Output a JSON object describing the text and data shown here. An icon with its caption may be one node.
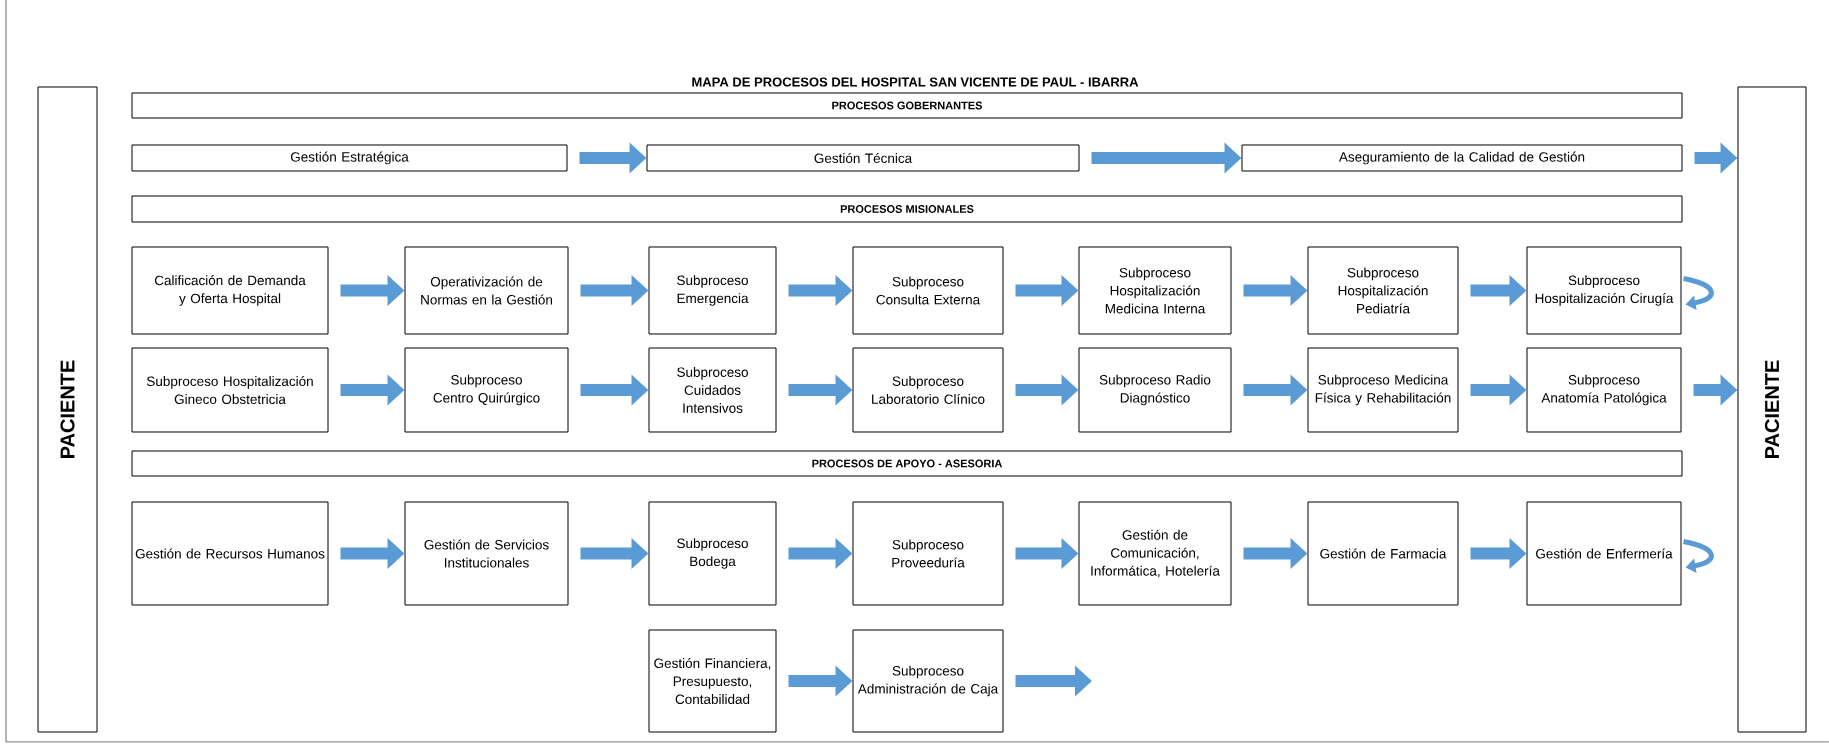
{
  "diagram": {
    "title": "MAPA DE PROCESOS DEL HOSPITAL SAN VICENTE DE PAUL - IBARRA",
    "nodes": [
      {
        "text": [
          "PACIENTE"
        ]
      },
      {
        "text": [
          "PROCESOS GOBERNANTES"
        ]
      },
      {
        "text": [
          "Gestión Estratégica"
        ]
      },
      {
        "text": [
          "Gestión Técnica"
        ]
      },
      {
        "text": [
          "Aseguramiento de la Calidad de Gestión"
        ]
      },
      {
        "text": [
          "PROCESOS MISIONALES"
        ]
      },
      {
        "text": [
          "Calificación de Demanda y Oferta Hospital"
        ]
      },
      {
        "text": [
          "Operativización de Normas en la Gestión"
        ]
      },
      {
        "text": [
          "Subproceso Emergencia"
        ]
      },
      {
        "text": [
          "Subproceso Consulta Externa"
        ]
      },
      {
        "text": [
          "Subproceso Hospitalización Medicina Interna"
        ]
      },
      {
        "text": [
          "Subproceso Hospitalización Pediatría"
        ]
      },
      {
        "text": [
          "Subproceso Hospitalización Cirugía"
        ]
      },
      {
        "text": [
          "Subproceso Hospitalización Gineco Obstetricia"
        ]
      },
      {
        "text": [
          "Subproceso Centro Quirúrgico"
        ]
      },
      {
        "text": [
          "Subproceso Cuidados Intensivos"
        ]
      },
      {
        "text": [
          "Subproceso Laboratorio Clínico"
        ]
      },
      {
        "text": [
          "Subproceso Radio Diagnóstico"
        ]
      },
      {
        "text": [
          "Subproceso Medicina Física y Rehabilitación"
        ]
      },
      {
        "text": [
          "Subproceso Anatomía Patológica"
        ]
      },
      {
        "text": [
          "PROCESOS DE APOYO - ASESORIA"
        ]
      },
      {
        "text": [
          "Gestión de Recursos Humanos"
        ]
      },
      {
        "text": [
          "Gestión de Servicios Institucionales"
        ]
      },
      {
        "text": [
          "Subproceso Bodega"
        ]
      },
      {
        "text": [
          "Subproceso Proveeduría"
        ]
      },
      {
        "text": [
          "Gestión de Comunicación, Informática, Hotelería"
        ]
      },
      {
        "text": [
          "Gestión de Farmacia"
        ]
      },
      {
        "text": [
          "Gestión de Enfermería"
        ]
      },
      {
        "text": [
          "Gestión Financiera, Presupuesto, Contabilidad"
        ]
      },
      {
        "text": [
          "Subproceso Administración de Caja"
        ]
      },
      {
        "text": [
          "PACIENTE"
        ]
      }
    ],
    "edges": [
      {
        "from": 2,
        "to": 3,
        "arrow": "to"
      },
      {
        "from": 3,
        "to": 4,
        "arrow": "to"
      },
      {
        "from": 4,
        "to": 30,
        "arrow": "to"
      },
      {
        "from": 6,
        "to": 7,
        "arrow": "to"
      },
      {
        "from": 7,
        "to": 8,
        "arrow": "to"
      },
      {
        "from": 8,
        "to": 9,
        "arrow": "to"
      },
      {
        "from": 9,
        "to": 10,
        "arrow": "to"
      },
      {
        "from": 10,
        "to": 11,
        "arrow": "to"
      },
      {
        "from": 11,
        "to": 12,
        "arrow": "to"
      },
      {
        "from": 12,
        "to": 12,
        "arrow": "to"
      },
      {
        "from": 13,
        "to": 14,
        "arrow": "to"
      },
      {
        "from": 14,
        "to": 15,
        "arrow": "to"
      },
      {
        "from": 15,
        "to": 16,
        "arrow": "to"
      },
      {
        "from": 16,
        "to": 17,
        "arrow": "to"
      },
      {
        "from": 17,
        "to": 18,
        "arrow": "to"
      },
      {
        "from": 18,
        "to": 19,
        "arrow": "to"
      },
      {
        "from": 19,
        "to": 30,
        "arrow": "to"
      },
      {
        "from": 21,
        "to": 22,
        "arrow": "to"
      },
      {
        "from": 22,
        "to": 23,
        "arrow": "to"
      },
      {
        "from": 23,
        "to": 24,
        "arrow": "to"
      },
      {
        "from": 24,
        "to": 25,
        "arrow": "to"
      },
      {
        "from": 25,
        "to": 26,
        "arrow": "to"
      },
      {
        "from": 26,
        "to": 27,
        "arrow": "to"
      },
      {
        "from": 27,
        "to": 27,
        "arrow": "to"
      },
      {
        "from": 28,
        "to": 29,
        "arrow": "to"
      },
      {
        "from": 29,
        "to": null,
        "arrow": "to"
      }
    ]
  }
}
